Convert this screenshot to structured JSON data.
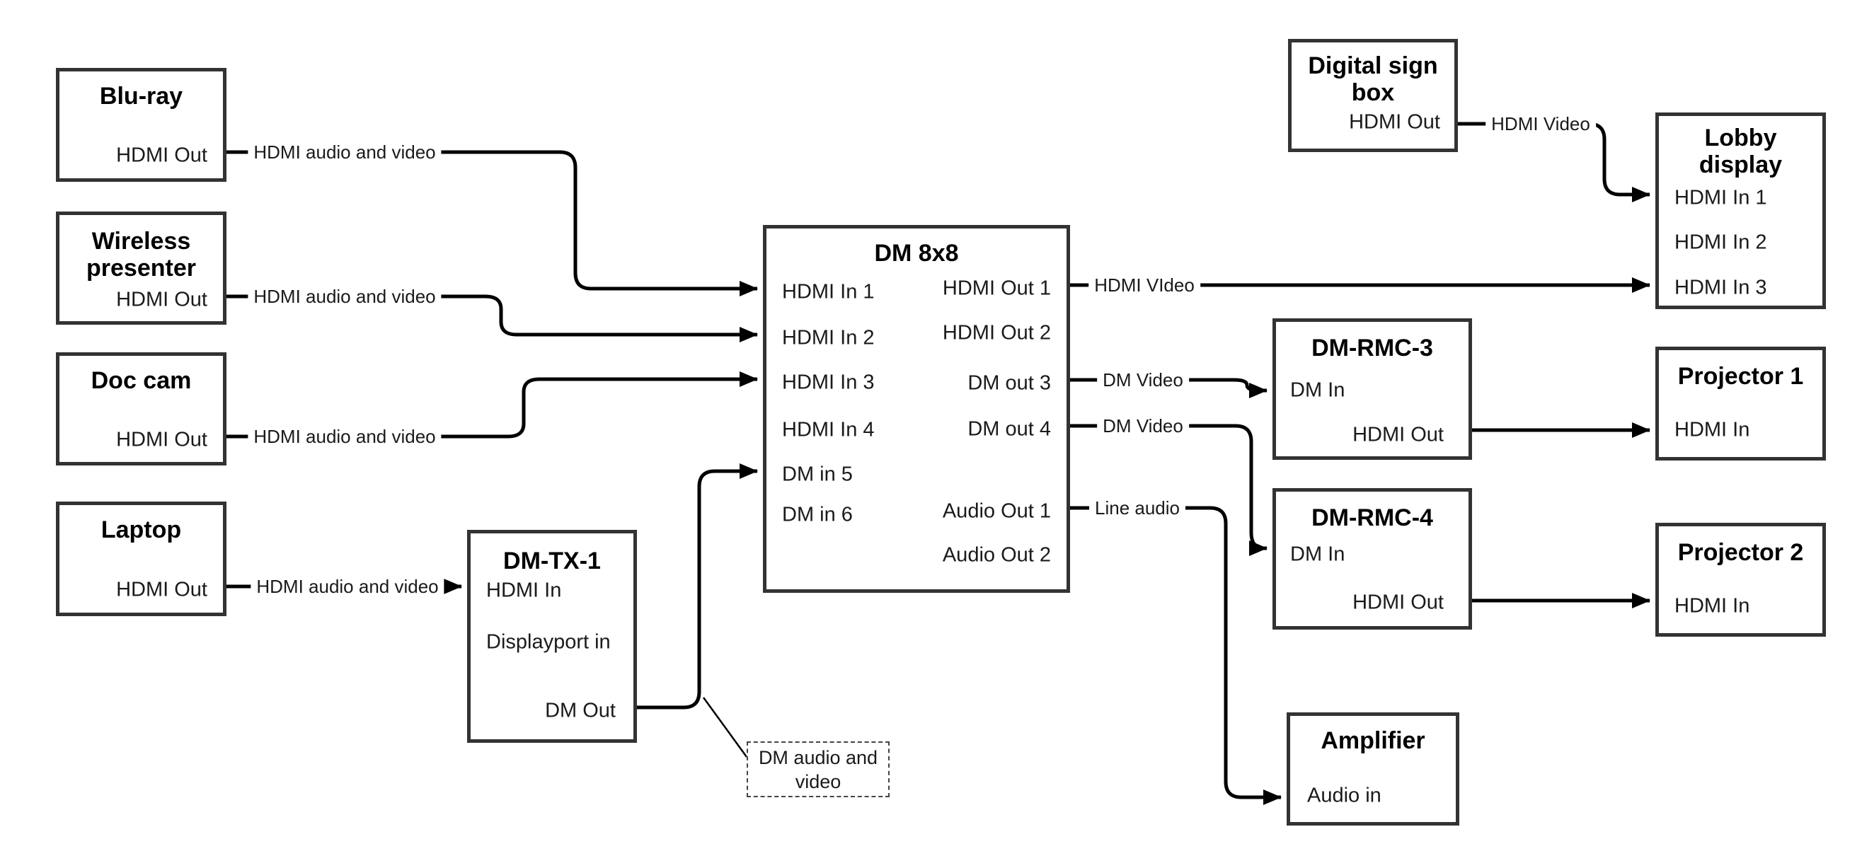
{
  "nodes": {
    "bluray": {
      "title": "Blu-ray",
      "hdmi_out": "HDMI Out"
    },
    "wireless": {
      "title_1": "Wireless",
      "title_2": "presenter",
      "hdmi_out": "HDMI Out"
    },
    "doccam": {
      "title": "Doc cam",
      "hdmi_out": "HDMI Out"
    },
    "laptop": {
      "title": "Laptop",
      "hdmi_out": "HDMI Out"
    },
    "dmtx1": {
      "title": "DM-TX-1",
      "hdmi_in": "HDMI In",
      "displayport_in": "Displayport in",
      "dm_out": "DM Out"
    },
    "dm8x8": {
      "title": "DM 8x8",
      "in_1": "HDMI In 1",
      "in_2": "HDMI In 2",
      "in_3": "HDMI In 3",
      "in_4": "HDMI In 4",
      "in_5": "DM in 5",
      "in_6": "DM in 6",
      "out_1": "HDMI Out 1",
      "out_2": "HDMI Out 2",
      "out_3": "DM out 3",
      "out_4": "DM out 4",
      "audio_1": "Audio Out 1",
      "audio_2": "Audio Out 2"
    },
    "digitalsign": {
      "title_1": "Digital sign",
      "title_2": "box",
      "hdmi_out": "HDMI Out"
    },
    "dmrmc3": {
      "title": "DM-RMC-3",
      "dm_in": "DM In",
      "hdmi_out": "HDMI Out"
    },
    "dmrmc4": {
      "title": "DM-RMC-4",
      "dm_in": "DM In",
      "hdmi_out": "HDMI Out"
    },
    "amplifier": {
      "title": "Amplifier",
      "audio_in": "Audio in"
    },
    "lobby": {
      "title_1": "Lobby",
      "title_2": "display",
      "in_1": "HDMI In 1",
      "in_2": "HDMI In 2",
      "in_3": "HDMI In 3"
    },
    "proj1": {
      "title": "Projector 1",
      "hdmi_in": "HDMI In"
    },
    "proj2": {
      "title": "Projector 2",
      "hdmi_in": "HDMI In"
    }
  },
  "edge_labels": {
    "bluray_dm": "HDMI audio and video",
    "wireless_dm": "HDMI audio and video",
    "doccam_dm": "HDMI audio and video",
    "laptop_tx": "HDMI audio and video",
    "out1_lobby": "HDMI VIdeo",
    "out3_rmc3": "DM Video",
    "out4_rmc4": "DM Video",
    "audio1_amp": "Line audio",
    "sign_lobby": "HDMI Video"
  },
  "callout": {
    "line_1": "DM audio and",
    "line_2": "video"
  },
  "colors": {
    "wire": "#000000",
    "box_border": "#333333",
    "background": "#ffffff",
    "text": "#1a1a1a"
  }
}
